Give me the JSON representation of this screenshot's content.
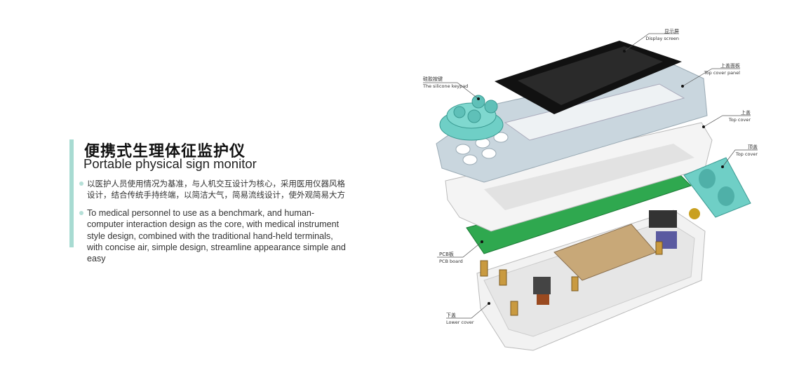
{
  "heading": {
    "title_cn": "便携式生理体征监护仪",
    "title_en": "Portable physical sign monitor"
  },
  "bullets": [
    {
      "text": "以医护人员使用情况为基准，与人机交互设计为核心，采用医用仪器风格设计，结合传统手持终端，以简洁大气，简易流线设计，使外观简易大方"
    },
    {
      "text": "To medical personnel to use as a benchmark, and human-computer interaction design as the core, with medical instrument style design, combined with the traditional hand-held terminals, with concise air, simple design, streamline appearance simple and easy"
    }
  ],
  "callouts": {
    "display": {
      "cn": "显示屏",
      "en": "Display screen"
    },
    "panel": {
      "cn": "上盖面板",
      "en": "Top cover panel"
    },
    "keypad": {
      "cn": "硅胶按键",
      "en": "The silicone keypad"
    },
    "top_cover": {
      "cn": "上盖",
      "en": "Top cover"
    },
    "end_cover": {
      "cn": "顶盖",
      "en": "Top cover"
    },
    "pcb": {
      "cn": "PCB板",
      "en": "PCB board"
    },
    "lower": {
      "cn": "下盖",
      "en": "Lower cover"
    }
  },
  "colors": {
    "accent": "#a8dbd2",
    "pcb": "#2fa84f",
    "keypad": "#6fcfc6",
    "panel": "#c9d6de"
  }
}
